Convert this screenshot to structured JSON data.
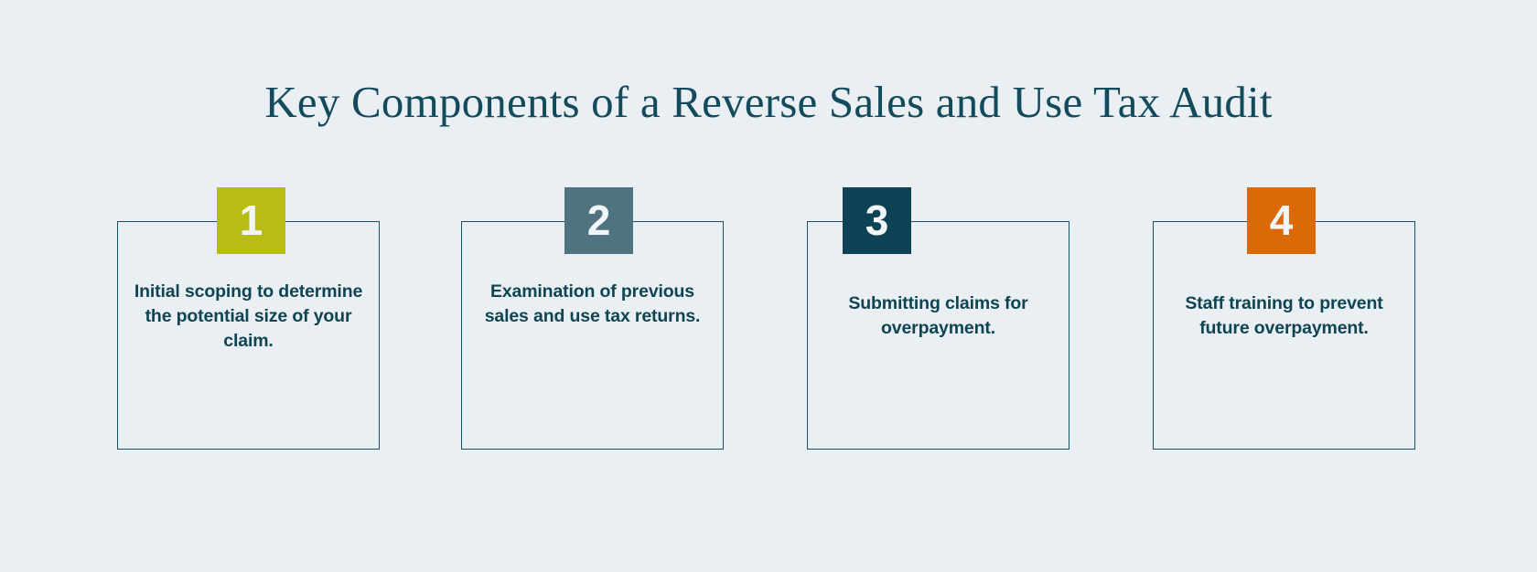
{
  "page": {
    "title": "Key Components of a Reverse Sales and Use Tax Audit",
    "background_color": "#eaeff3",
    "title_color": "#134a5c",
    "card_border_color": "#1b4f60",
    "card_text_color": "#0f4552",
    "badge_text_color": "#f2f6f8"
  },
  "steps": [
    {
      "number": "1",
      "text": "Initial scoping to determine the potential size of your claim.",
      "badge_color": "#b8bd14"
    },
    {
      "number": "2",
      "text": "Examination of previous sales and use tax returns.",
      "badge_color": "#50747f"
    },
    {
      "number": "3",
      "text": "Submitting claims for overpayment.",
      "badge_color": "#0d4154"
    },
    {
      "number": "4",
      "text": "Staff training to prevent future overpayment.",
      "badge_color": "#db6908"
    }
  ]
}
